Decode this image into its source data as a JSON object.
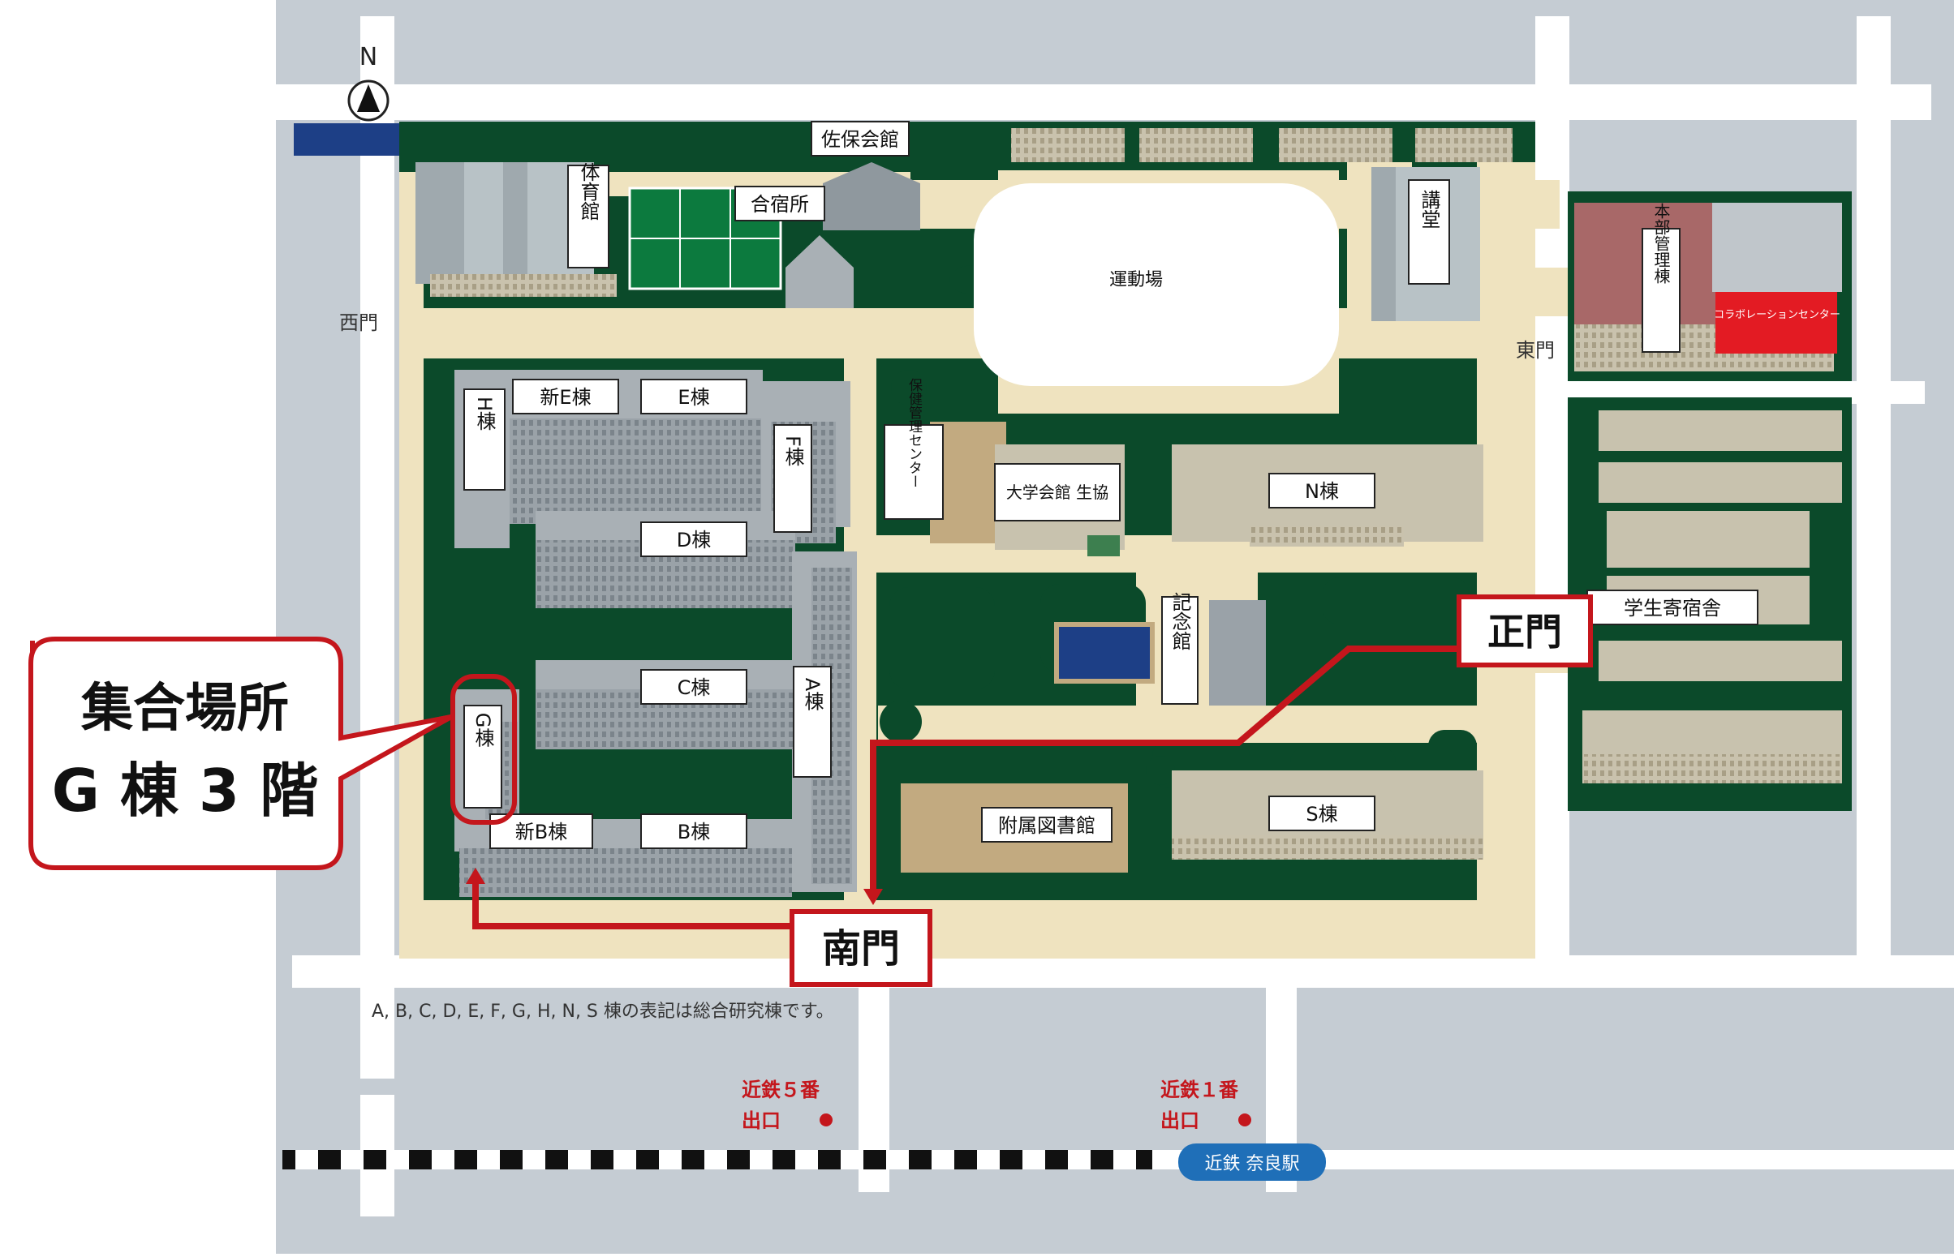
{
  "compass": {
    "north": "N"
  },
  "gates": {
    "west": "西門",
    "east": "東門",
    "main": "正門",
    "south": "南門"
  },
  "meeting_point": {
    "title": "集合場所",
    "location": "G 棟 3 階"
  },
  "buildings": {
    "gym": "体育館",
    "training_lodge": "合宿所",
    "saho_hall": "佐保会館",
    "field": "運動場",
    "auditorium": "講堂",
    "headquarters": "本部管理棟",
    "collaboration_center": "コラボレーションセンター",
    "h": "H棟",
    "new_e": "新E棟",
    "e": "E棟",
    "f": "F棟",
    "d": "D棟",
    "c": "C棟",
    "a": "A棟",
    "g": "G棟",
    "new_b": "新B棟",
    "b": "B棟",
    "health_center": "保健管理センター",
    "co_op_hall": "大学会館 生協",
    "n": "N棟",
    "memorial_hall": "記念館",
    "s": "S棟",
    "library": "附属図書館",
    "dormitory": "学生寄宿舎"
  },
  "footnote": "A, B, C, D, E, F, G, H, N, S 棟の表記は総合研究棟です。",
  "exits": {
    "exit5": [
      "近鉄５番",
      "出口"
    ],
    "exit1": [
      "近鉄１番",
      "出口"
    ]
  },
  "station": "近鉄 奈良駅",
  "colors": {
    "road_bg": "#c5ccd3",
    "road": "#ffffff",
    "campus_green": "#0b4a2a",
    "path": "#efe3bf",
    "building": "#a9b0b5",
    "route_red": "#c4161c",
    "river": "#1d3f86",
    "station_blue": "#1f6fb8"
  }
}
